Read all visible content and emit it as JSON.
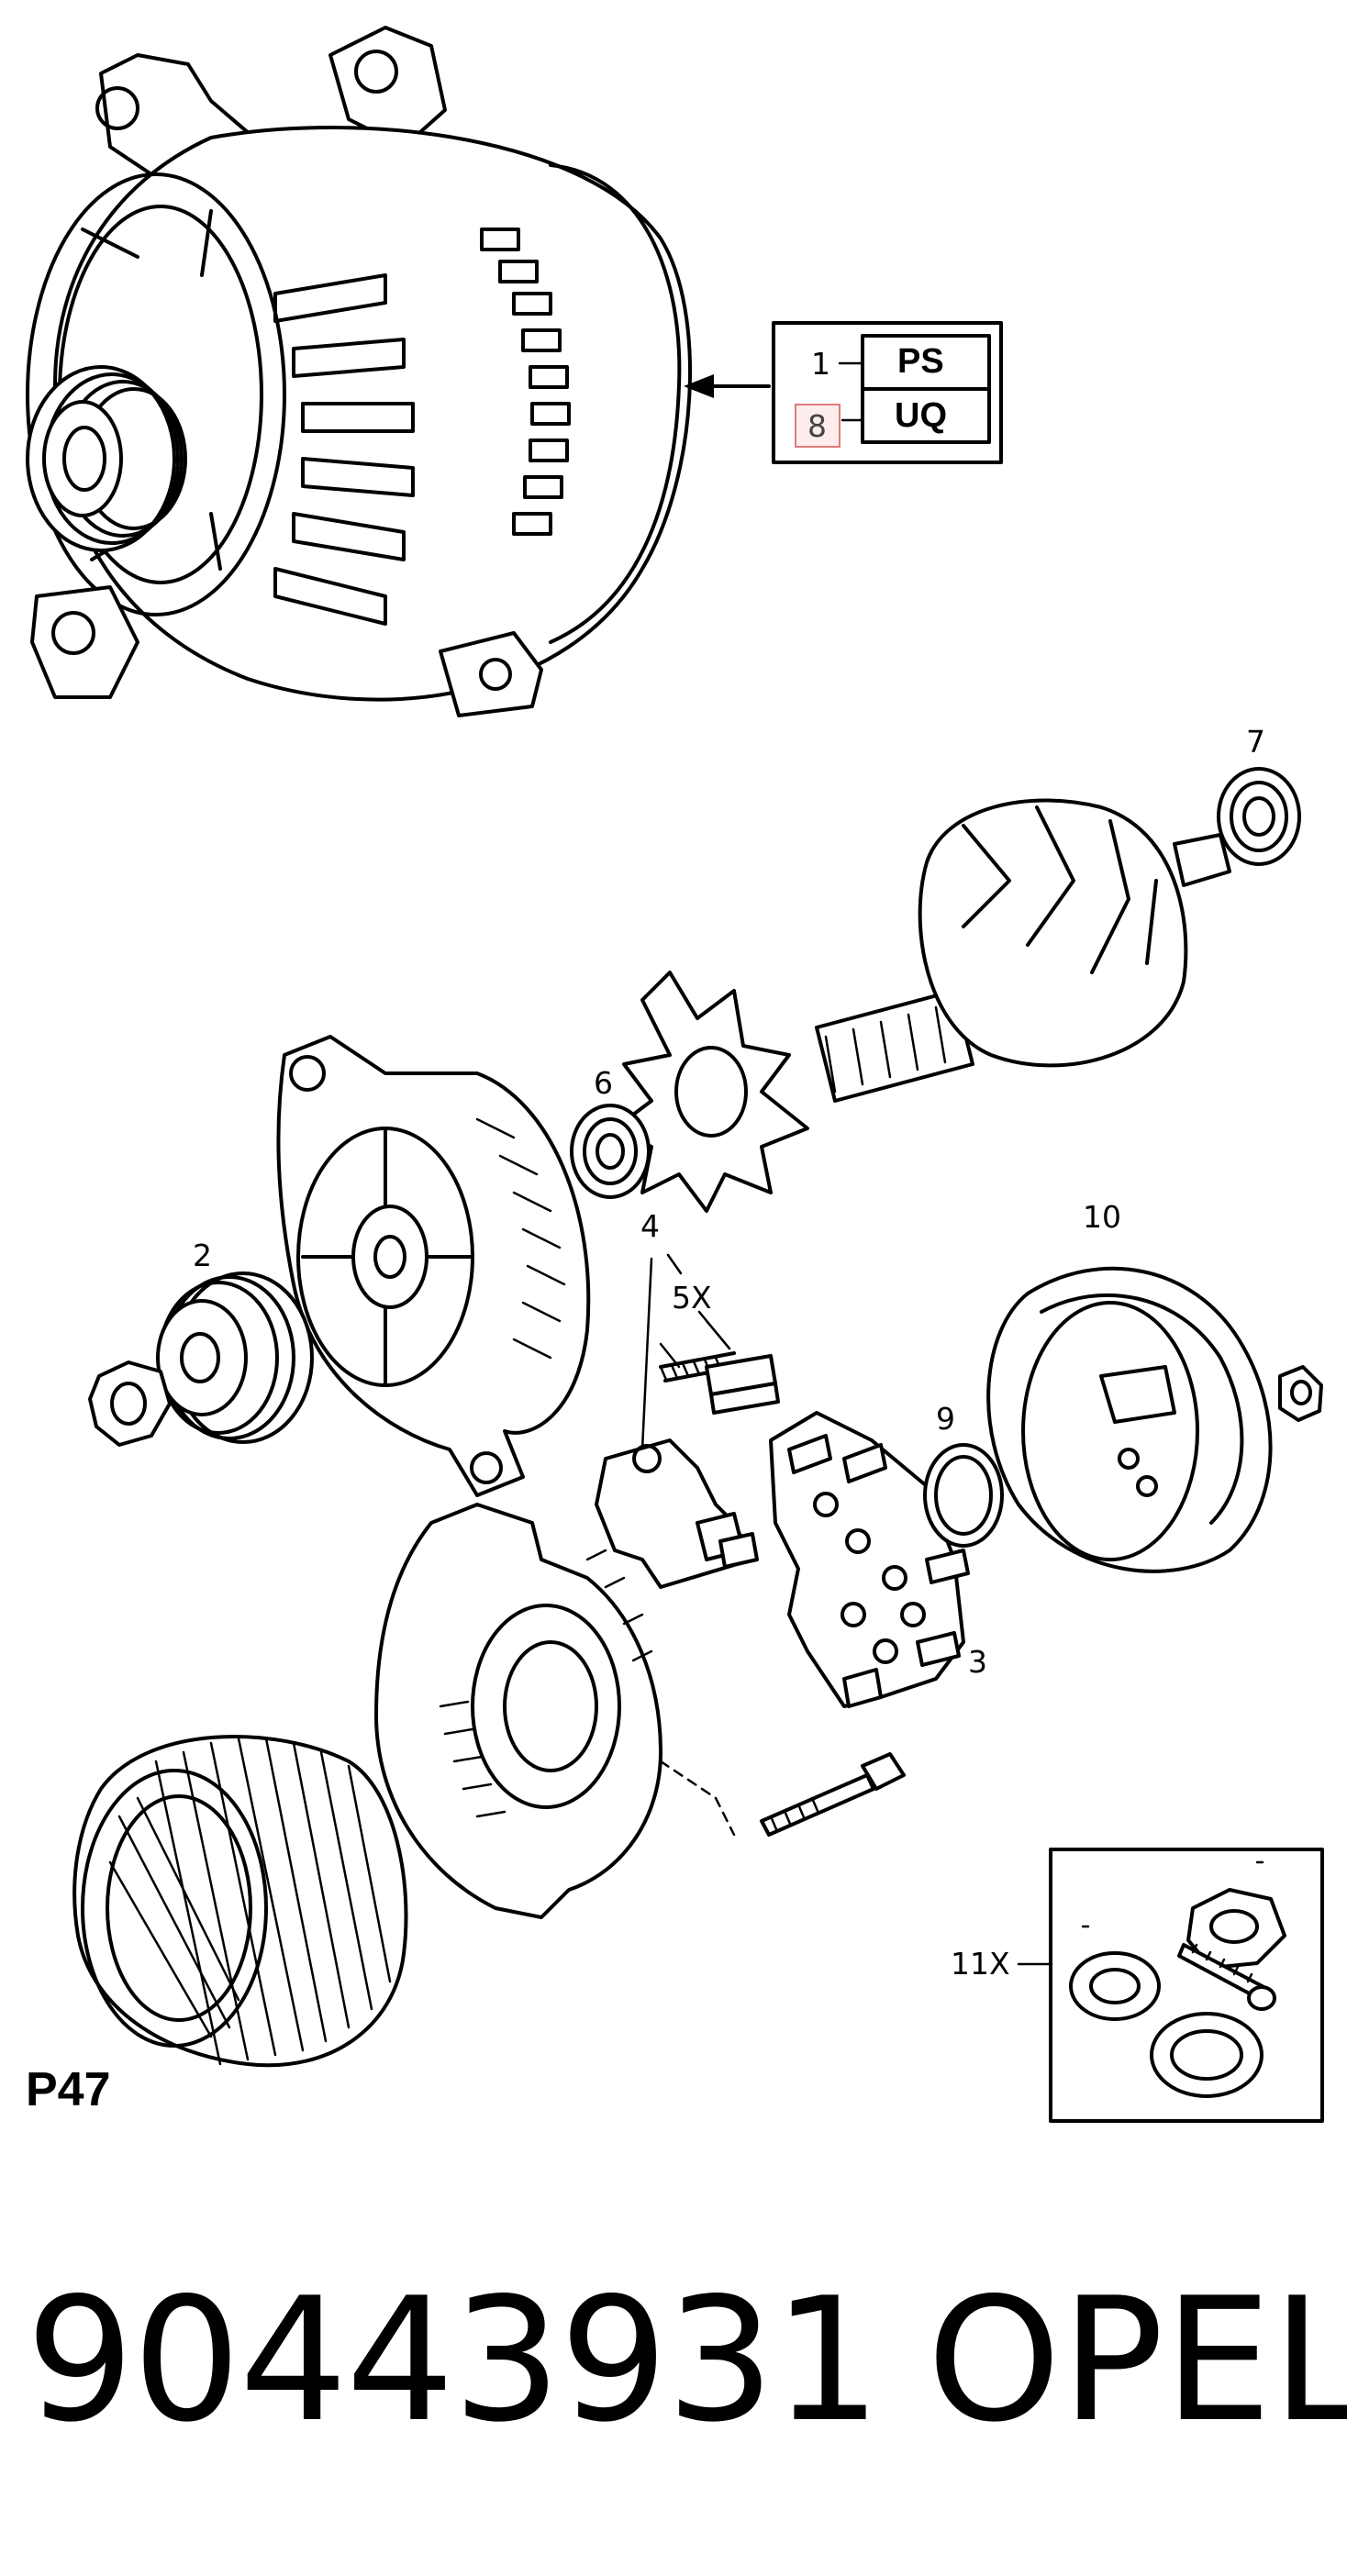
{
  "diagram": {
    "page_id": "P47",
    "variant_table": [
      {
        "callout": "1",
        "code": "PS"
      },
      {
        "callout": "8",
        "code": "UQ",
        "highlighted": true
      }
    ],
    "callouts": {
      "c2": "2",
      "c3": "3",
      "c4": "4",
      "c5": "5X",
      "c6": "6",
      "c7": "7",
      "c9": "9",
      "c10": "10",
      "c11": "11X"
    }
  },
  "footer": {
    "part_number": "90443931",
    "brand": "OPEL"
  },
  "colors": {
    "line": "#000000",
    "highlight_border": "#e07b7b",
    "background": "#ffffff"
  }
}
